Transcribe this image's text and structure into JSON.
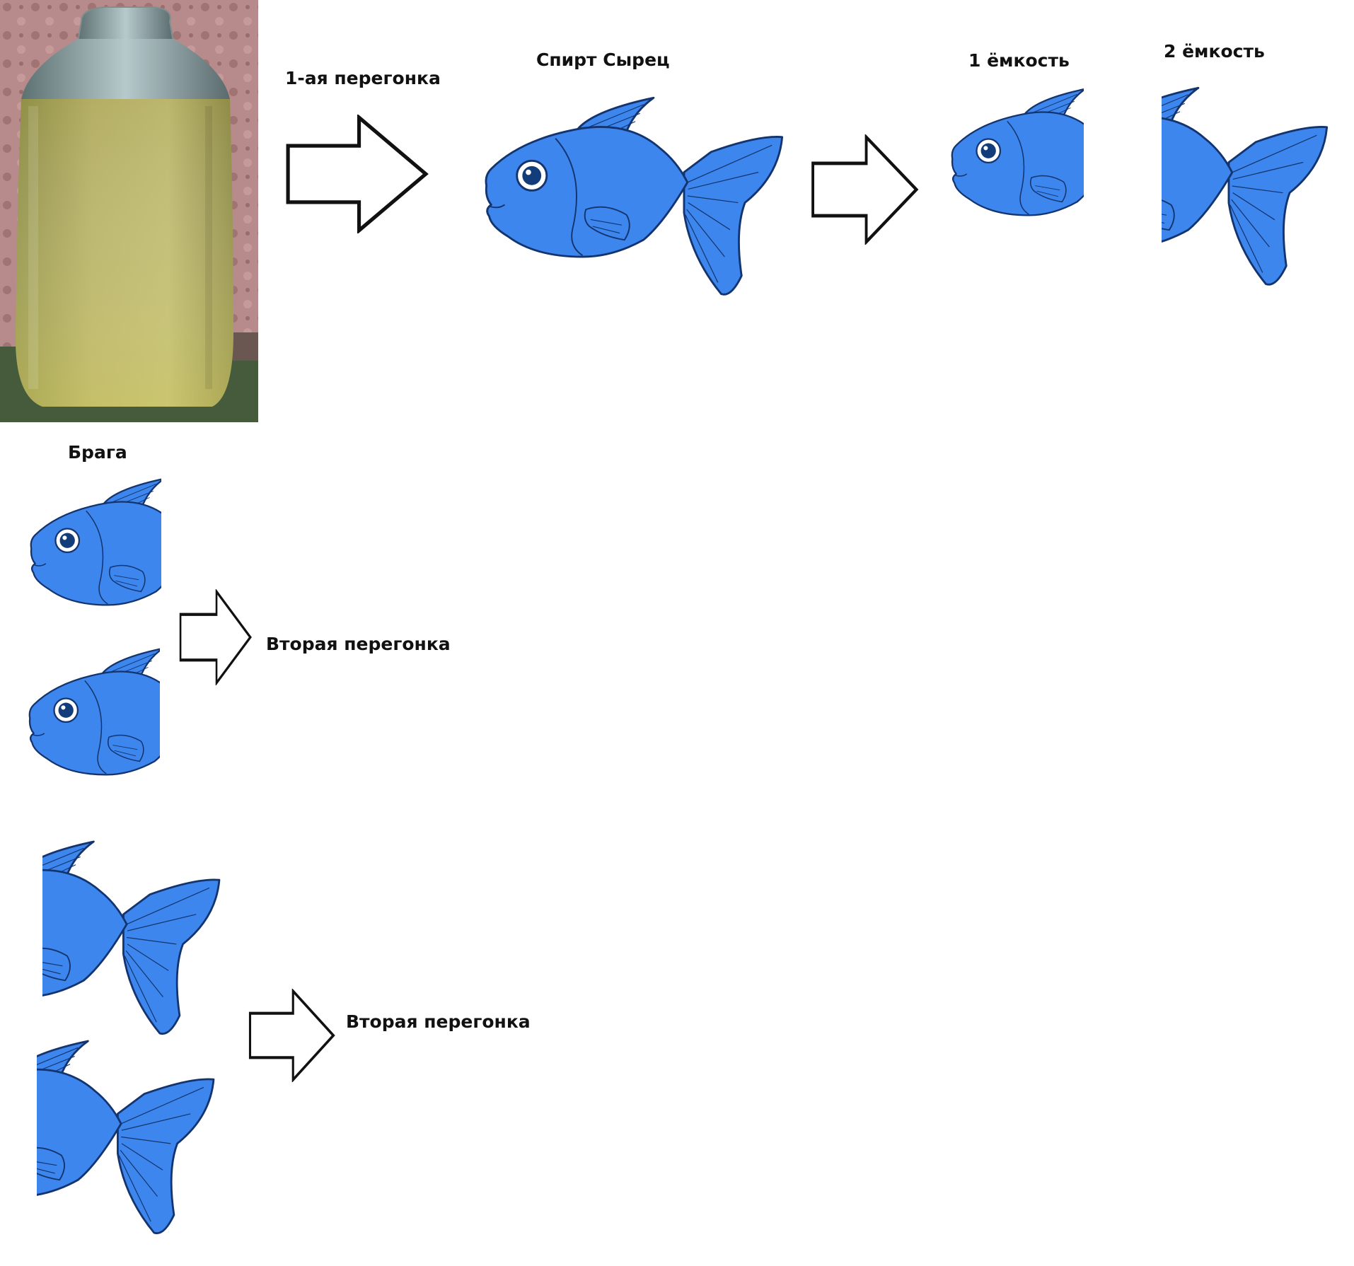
{
  "labels": {
    "first_distillation": "1-ая перегонка",
    "raw_spirit": "Спирт Сырец",
    "container_1": "1 ёмкость",
    "container_2": "2 ёмкость",
    "mash": "Брага",
    "second_distillation_a": "Вторая перегонка",
    "second_distillation_b": "Вторая перегонка"
  },
  "colors": {
    "fish_body": "#3d86ee",
    "fish_outline": "#13346e",
    "eye_dark": "#123d7a",
    "arrow_stroke": "#111111",
    "arrow_fill": "#ffffff"
  },
  "icons": {
    "photo": "mash-jar-photo",
    "fish": "fish-icon",
    "arrow": "arrow-right-icon"
  }
}
